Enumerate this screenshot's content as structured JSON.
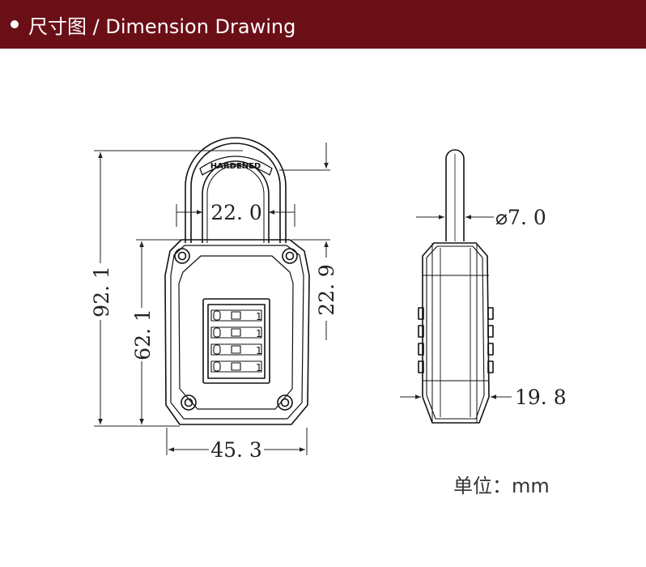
{
  "header": {
    "title": "尺寸图 / Dimension Drawing",
    "background": "#6b0f17"
  },
  "front_view": {
    "shackle_text": "HARDENED",
    "wheel_digit": "1",
    "dimensions": {
      "total_height": "92. 1",
      "body_height": "62. 1",
      "shackle_inner_width": "22. 0",
      "shackle_clearance": "22. 9",
      "body_width": "45. 3"
    }
  },
  "side_view": {
    "dimensions": {
      "shackle_diameter": "⌀7. 0",
      "body_thickness": "19. 8"
    }
  },
  "unit_label": "单位：mm"
}
